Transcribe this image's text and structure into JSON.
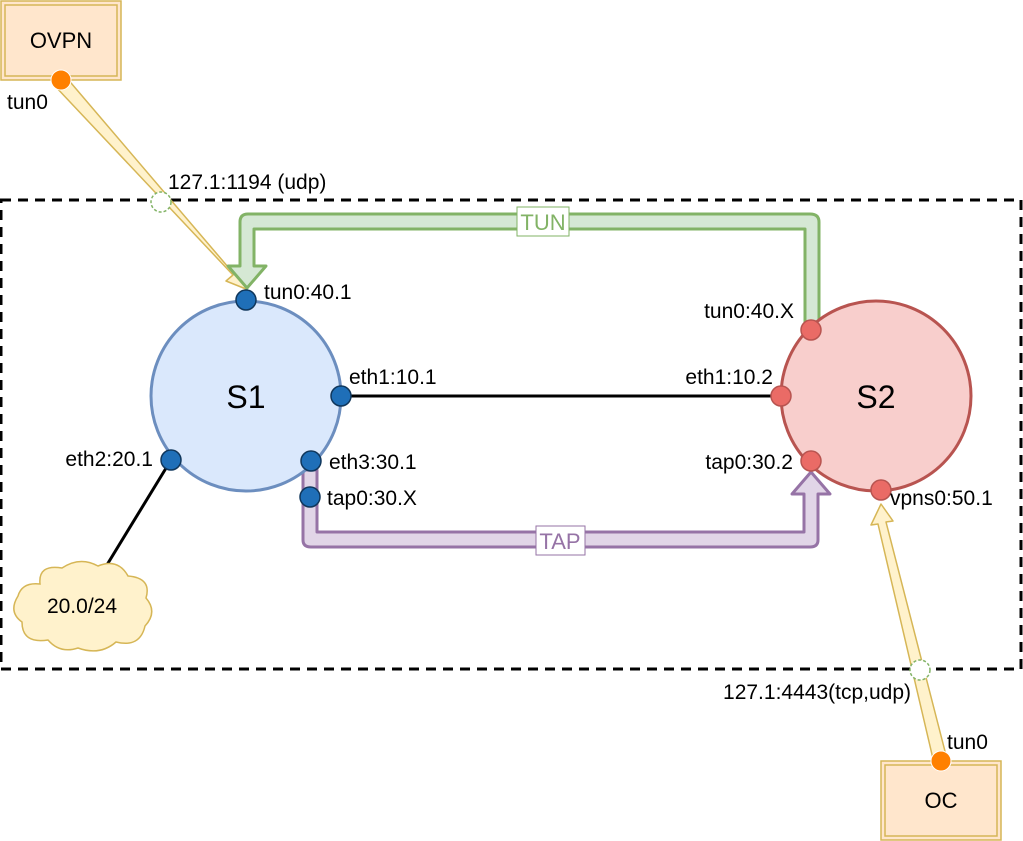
{
  "nodes": {
    "s1": {
      "label": "S1"
    },
    "s2": {
      "label": "S2"
    },
    "ovpn": {
      "label": "OVPN"
    },
    "oc": {
      "label": "OC"
    },
    "cloud": {
      "label": "20.0/24"
    }
  },
  "interfaces": {
    "ovpn_tun0": "tun0",
    "oc_tun0": "tun0",
    "s1_tun0": "tun0:40.1",
    "s1_eth1": "eth1:10.1",
    "s1_eth2": "eth2:20.1",
    "s1_eth3": "eth3:30.1",
    "s1_tap0": "tap0:30.X",
    "s2_tun0": "tun0:40.X",
    "s2_eth1": "eth1:10.2",
    "s2_tap0": "tap0:30.2",
    "s2_vpns0": "vpns0:50.1"
  },
  "endpoints": {
    "ovpn_listen": "127.1:1194 (udp)",
    "oc_listen": "127.1:4443(tcp,udp)"
  },
  "tunnels": {
    "tun": "TUN",
    "tap": "TAP"
  },
  "colors": {
    "s1_fill": "#dae8fc",
    "s1_stroke": "#6c8ebf",
    "s2_fill": "#f8cecc",
    "s2_stroke": "#b85450",
    "s1_port": "#1f6fb8",
    "s2_port": "#ea6b66",
    "client_port": "#ff8000",
    "box_fill": "#ffe6cc",
    "box_stroke": "#d6b656",
    "arrow_fill": "#fff2cc",
    "tun_fill": "#d5e8d4",
    "tun_stroke": "#82b366",
    "tap_fill": "#e1d5e7",
    "tap_stroke": "#9673a6",
    "cloud_fill": "#fff2cc"
  }
}
